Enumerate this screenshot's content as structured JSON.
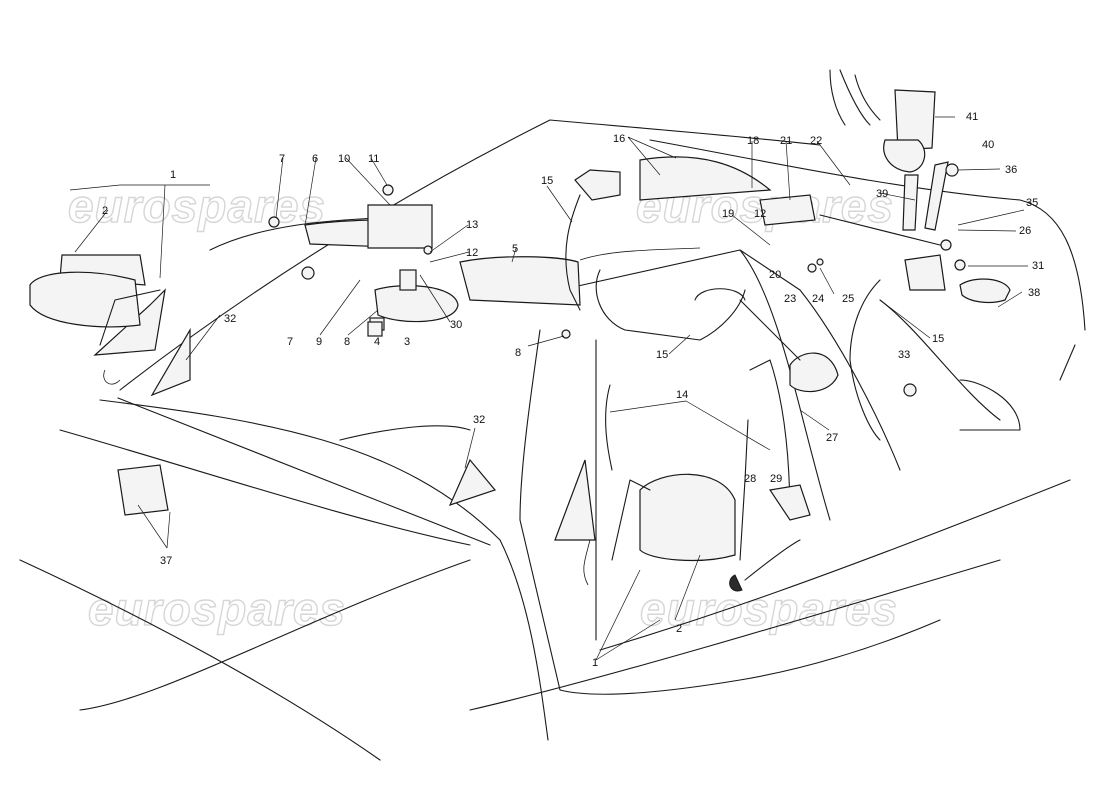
{
  "watermark": {
    "text": "eurospares",
    "color": "#d6d6d6"
  },
  "callouts": [
    "1",
    "2",
    "6",
    "7",
    "10",
    "11",
    "13",
    "12",
    "32",
    "9",
    "8",
    "4",
    "3",
    "30",
    "5",
    "15",
    "16",
    "18",
    "21",
    "22",
    "19",
    "12",
    "20",
    "23",
    "24",
    "25",
    "41",
    "40",
    "36",
    "39",
    "35",
    "26",
    "31",
    "38",
    "33",
    "15",
    "15",
    "14",
    "27",
    "28",
    "29",
    "32",
    "37",
    "2",
    "1",
    "7",
    "8"
  ]
}
